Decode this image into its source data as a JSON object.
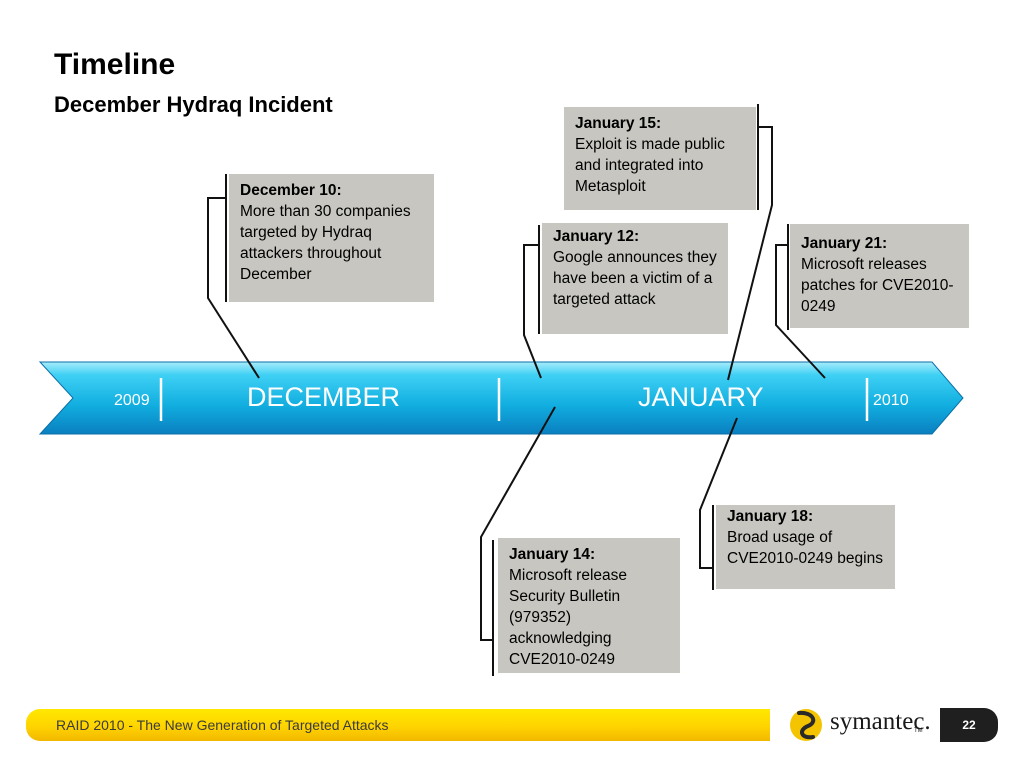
{
  "title": "Timeline",
  "subtitle": "December Hydraq Incident",
  "timeline": {
    "start_year": "2009",
    "end_year": "2010",
    "months": [
      "DECEMBER",
      "JANUARY"
    ]
  },
  "events": [
    {
      "date": "December 10:",
      "text": "More than 30 companies targeted by Hydraq attackers throughout December"
    },
    {
      "date": "January 12:",
      "text": "Google announces they have been a victim of a targeted attack"
    },
    {
      "date": "January 14:",
      "text": "Microsoft release Security Bulletin (979352) acknowledging CVE2010-0249"
    },
    {
      "date": "January 15:",
      "text": "Exploit is made public and integrated into Metasploit"
    },
    {
      "date": "January 18:",
      "text": "Broad usage of CVE2010-0249 begins"
    },
    {
      "date": "January 21:",
      "text": "Microsoft releases patches for CVE2010-0249"
    }
  ],
  "footer": {
    "text": "RAID 2010 - The New Generation of Targeted Attacks",
    "logo": "symantec.",
    "logo_tm": "TM",
    "page_number": "22"
  },
  "colors": {
    "timeline_band": "#1fb8e6",
    "event_box": "#c7c6c0",
    "footer_bar": "#ffd400"
  }
}
